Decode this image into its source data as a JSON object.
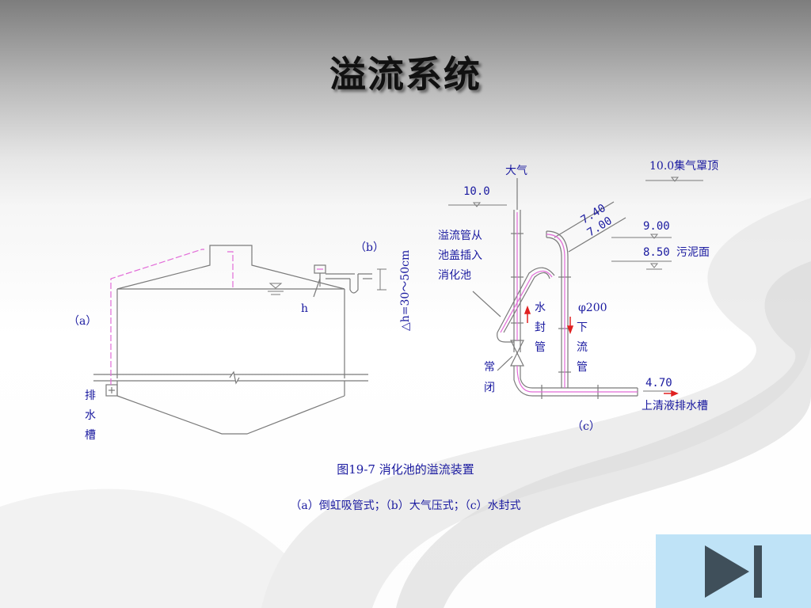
{
  "slide": {
    "title": "溢流系统"
  },
  "diagram": {
    "a": {
      "tag": "（a）",
      "drain_label": [
        "排",
        "水",
        "槽"
      ]
    },
    "b": {
      "tag": "（b）",
      "h_label": "h",
      "dh_label": "△h=30～50cm"
    },
    "c": {
      "tag": "（c）",
      "atmosphere": "大气",
      "level_top": "10.0",
      "gas_hood": "10.0集气罩顶",
      "level_740": "7.40",
      "level_700": "7.00",
      "level_900": "9.00",
      "level_850": "8.50",
      "sludge_surface": "污泥面",
      "overflow_note": [
        "溢流管从",
        "池盖插入",
        "消化池"
      ],
      "water_seal": [
        "水",
        "封",
        "管"
      ],
      "normally_closed": [
        "常",
        "闭"
      ],
      "pipe_dia": "φ200",
      "downflow": [
        "下",
        "流",
        "管"
      ],
      "level_470": "4.70",
      "supernatant": "上清液排水槽"
    }
  },
  "caption": {
    "figure": "图19-7 消化池的溢流装置",
    "legend": "（a）倒虹吸管式；（b）大气压式；（c）水封式"
  },
  "nav": {
    "icon": "next-slide-icon"
  },
  "colors": {
    "line": "#7a7a7a",
    "pipe": "#e26bd8",
    "text": "#1a1aa0",
    "marker": "#e02020",
    "button": "#bfe3f7",
    "button_icon": "#3f4f5a"
  }
}
